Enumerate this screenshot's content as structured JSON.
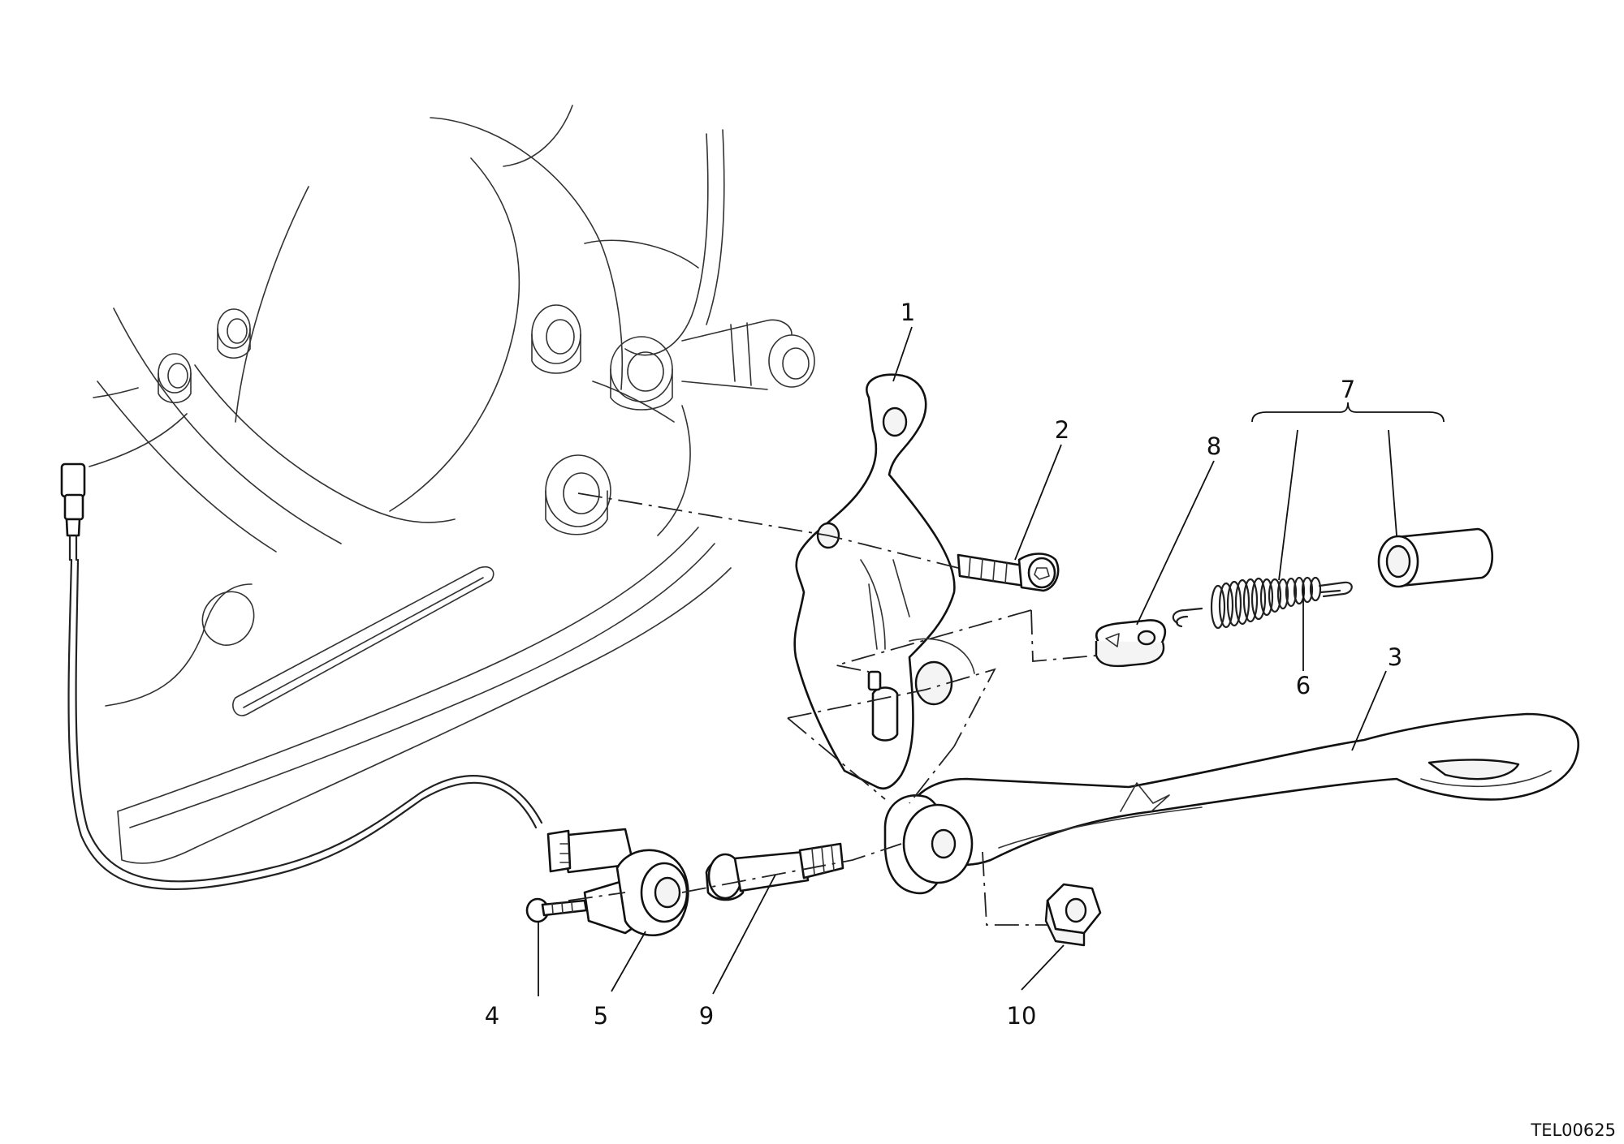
{
  "callouts": [
    "1",
    "2",
    "3",
    "4",
    "5",
    "6",
    "7",
    "8",
    "9",
    "10"
  ],
  "drawing_code": "TEL00625",
  "colors": {
    "line": "#111111",
    "background": "#ffffff"
  }
}
